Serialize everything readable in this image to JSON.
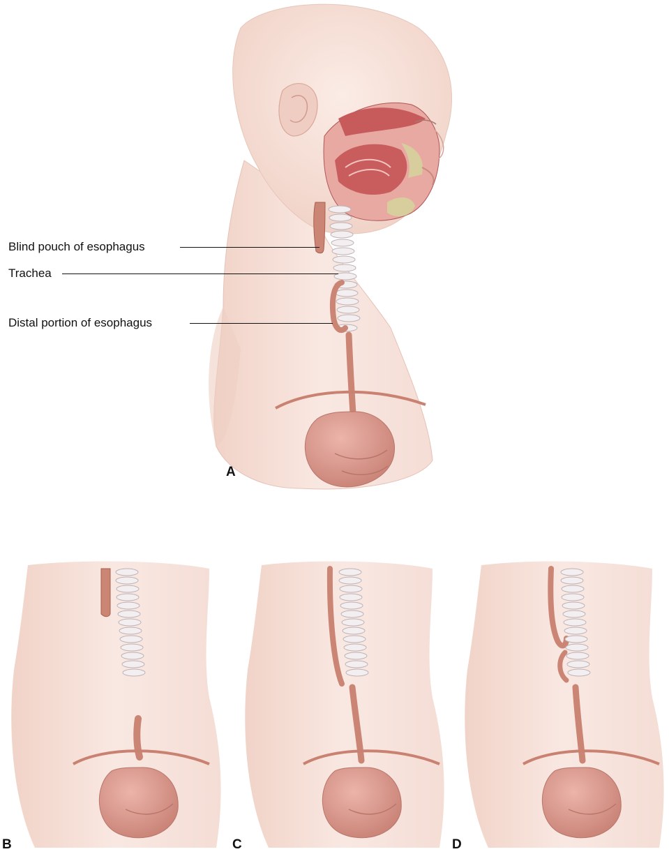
{
  "labels": {
    "blind_pouch": "Blind pouch of esophagus",
    "trachea": "Trachea",
    "distal_portion": "Distal portion of esophagus"
  },
  "panels": {
    "a": "A",
    "b": "B",
    "c": "C",
    "d": "D"
  },
  "colors": {
    "skin": "#f6e1d9",
    "skin_shadow": "#ecc9bd",
    "esophagus": "#c9806f",
    "stomach": "#d99a8e",
    "cartilage": "#efe8ea",
    "mucosa": "#b24a4a",
    "bone": "#d8cd9c"
  }
}
